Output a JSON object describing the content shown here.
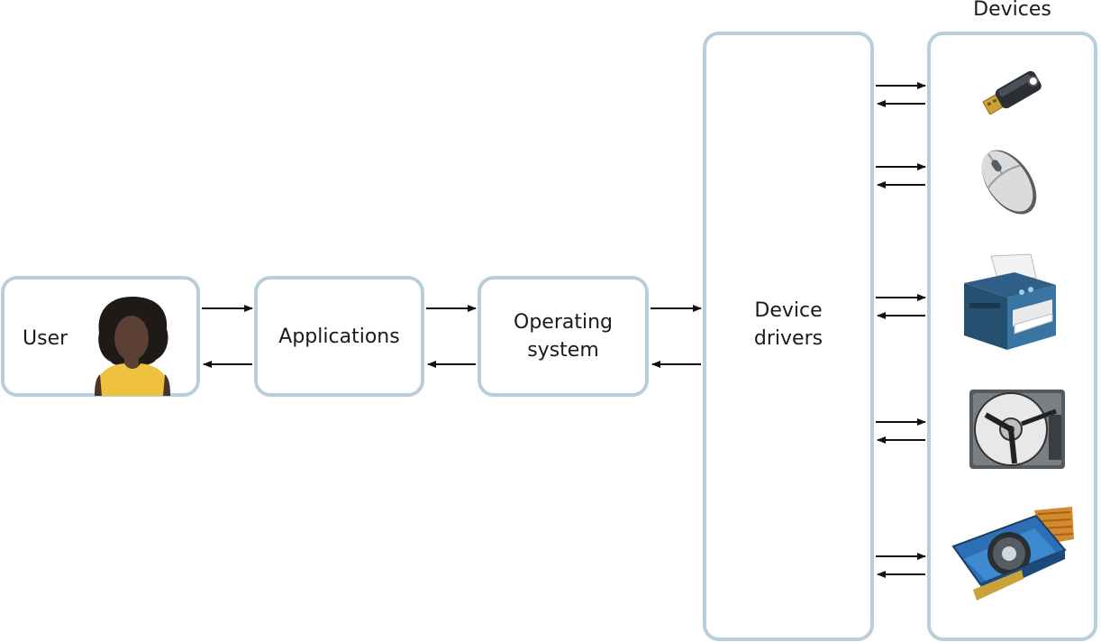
{
  "diagram": {
    "user_label": "User",
    "applications_label": "Applications",
    "os_label_line1": "Operating",
    "os_label_line2": "system",
    "drivers_label_line1": "Device",
    "drivers_label_line2": "drivers",
    "devices_title": "Devices"
  },
  "devices": [
    {
      "icon": "usb-flash-drive-icon"
    },
    {
      "icon": "computer-mouse-icon"
    },
    {
      "icon": "printer-icon"
    },
    {
      "icon": "hard-disk-drive-icon"
    },
    {
      "icon": "graphics-card-icon"
    }
  ],
  "colors": {
    "box_border": "#b7cfdc",
    "arrow": "#111111"
  }
}
